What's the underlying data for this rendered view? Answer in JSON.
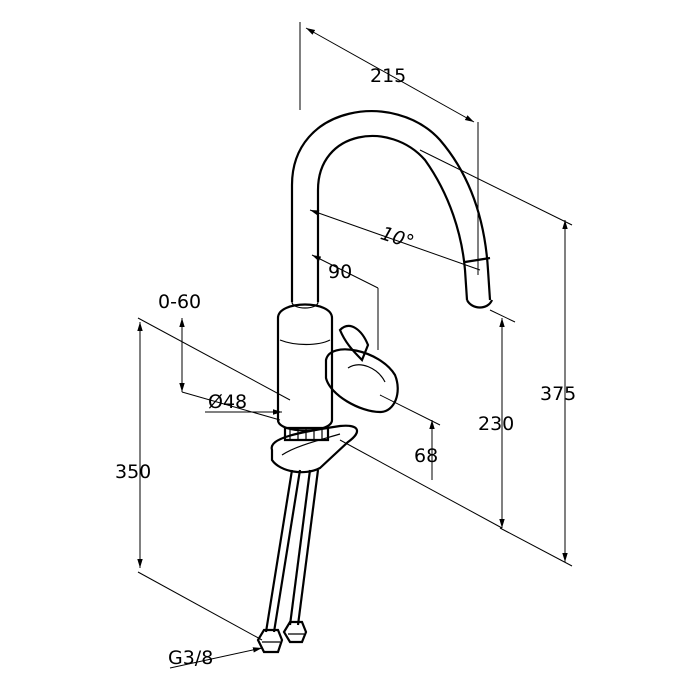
{
  "drawing": {
    "dimensions": {
      "reach": "215",
      "spout_angle": "10°",
      "swivel": "90",
      "lever_range": "0-60",
      "base_diameter": "Ø48",
      "total_height": "375",
      "spout_height": "230",
      "hose_length": "350",
      "lever_height": "68",
      "connection": "G3/8"
    }
  }
}
